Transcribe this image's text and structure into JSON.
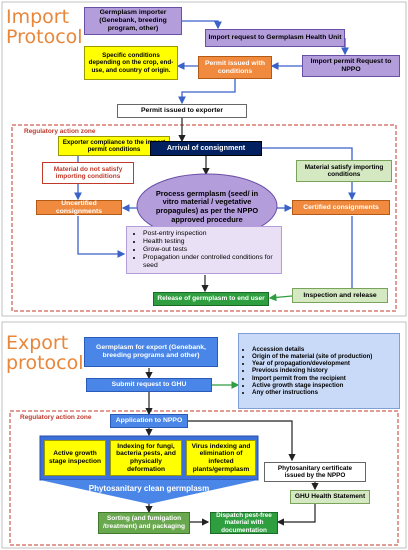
{
  "import": {
    "title_line1": "Import",
    "title_line2": "Protocol",
    "importer": "Germplasm importer (Genebank, breeding program, other)",
    "request_health_unit": "Import request to Germplasm Health Unit",
    "specific_conditions": "Specific conditions depending on the crop, end-use, and country of origin.",
    "permit_conditions": "Permit issued with conditions",
    "request_nppo": "Import permit Request to NPPO",
    "permit_exporter": "Permit issued to exporter",
    "zone_label": "Regulatory action zone",
    "exporter_compliance": "Exporter compliance to the import permit conditions",
    "arrival": "Arrival of consignment",
    "not_satisfy": "Material do not satisfy importing conditions",
    "satisfy": "Material satisfy importing conditions",
    "process": "Process germplasm (seed/ in vitro material / vegetative propagules) as per the NPPO approved procedure",
    "uncertified": "Uncertified consignments",
    "certified": "Certified consignments",
    "steps": [
      "Post-entry inspection",
      "Health testing",
      "Grow-out tests",
      "Propagation under controlled conditions for seed"
    ],
    "inspection_release": "Inspection and release",
    "release": "Release of germplasm to end user"
  },
  "export": {
    "title_line1": "Export",
    "title_line2": "protocol",
    "germplasm_export": "Germplasm for export (Genebank, breeding programs and other)",
    "details": [
      "Accession details",
      "Origin of the material (site of production)",
      "Year of propagation/development",
      "Previous indexing history",
      "Import permit from the recipient",
      "Active growth stage inspection",
      "Any other instructions"
    ],
    "submit_ghu": "Submit request to GHU",
    "zone_label": "Regulatory action zone",
    "application_nppo": "Application to NPPO",
    "active_growth": "Active growth stage inspection",
    "indexing": "Indexing for fungi, bacteria pests, and physically deformation",
    "virus_indexing": "Virus indexing and elimination of infected plants/germplasm",
    "phyto_clean": "Phytosanitary clean germplasm",
    "phyto_certificate": "Phytosanitary certificate issued by the NPPO",
    "ghu_statement": "GHU Health Statement",
    "sorting": "Sorting (and fumigation /treatment) and packaging",
    "dispatch": "Dispatch pest-free material with documentation"
  },
  "colors": {
    "purple": "#b39ddb",
    "yellow": "#ffff00",
    "orange": "#f08a3e",
    "navy": "#002060",
    "blue_box": "#4a86e8",
    "green": "#2e9e3f",
    "light_blue": "#c9daf8",
    "red_dash": "#c0392b"
  }
}
